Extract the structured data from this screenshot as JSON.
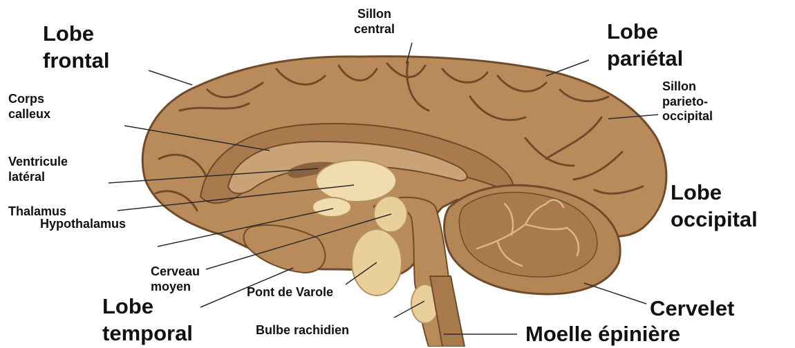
{
  "labels": {
    "lobe_frontal": "Lobe\nfrontal",
    "sillon_central": "Sillon\ncentral",
    "lobe_parietal": "Lobe\npariétal",
    "corps_calleux": "Corps\ncalleux",
    "sillon_parieto_occipital": "Sillon\nparieto-\noccipital",
    "ventricule_lateral": "Ventricule\nlatéral",
    "thalamus": "Thalamus",
    "hypothalamus": "Hypothalamus",
    "lobe_occipital": "Lobe\noccipital",
    "cerveau_moyen": "Cerveau\nmoyen",
    "pont_de_varole": "Pont de Varole",
    "lobe_temporal": "Lobe\ntemporal",
    "bulbe_rachidien": "Bulbe rachidien",
    "cervelet": "Cervelet",
    "moelle_epiniere": "Moelle épinière"
  },
  "colors": {
    "cortex": "#b98a5a",
    "cortex_outline": "#6f4b2a",
    "inner_band": "#a87a4c",
    "corpus_callosum": "#c9a276",
    "ventricle": "#8a6240",
    "thalamus": "#f0dcae",
    "brainstem": "#e9cf9a",
    "cerebellum": "#b48656",
    "leader_line": "#2a2a2a"
  }
}
